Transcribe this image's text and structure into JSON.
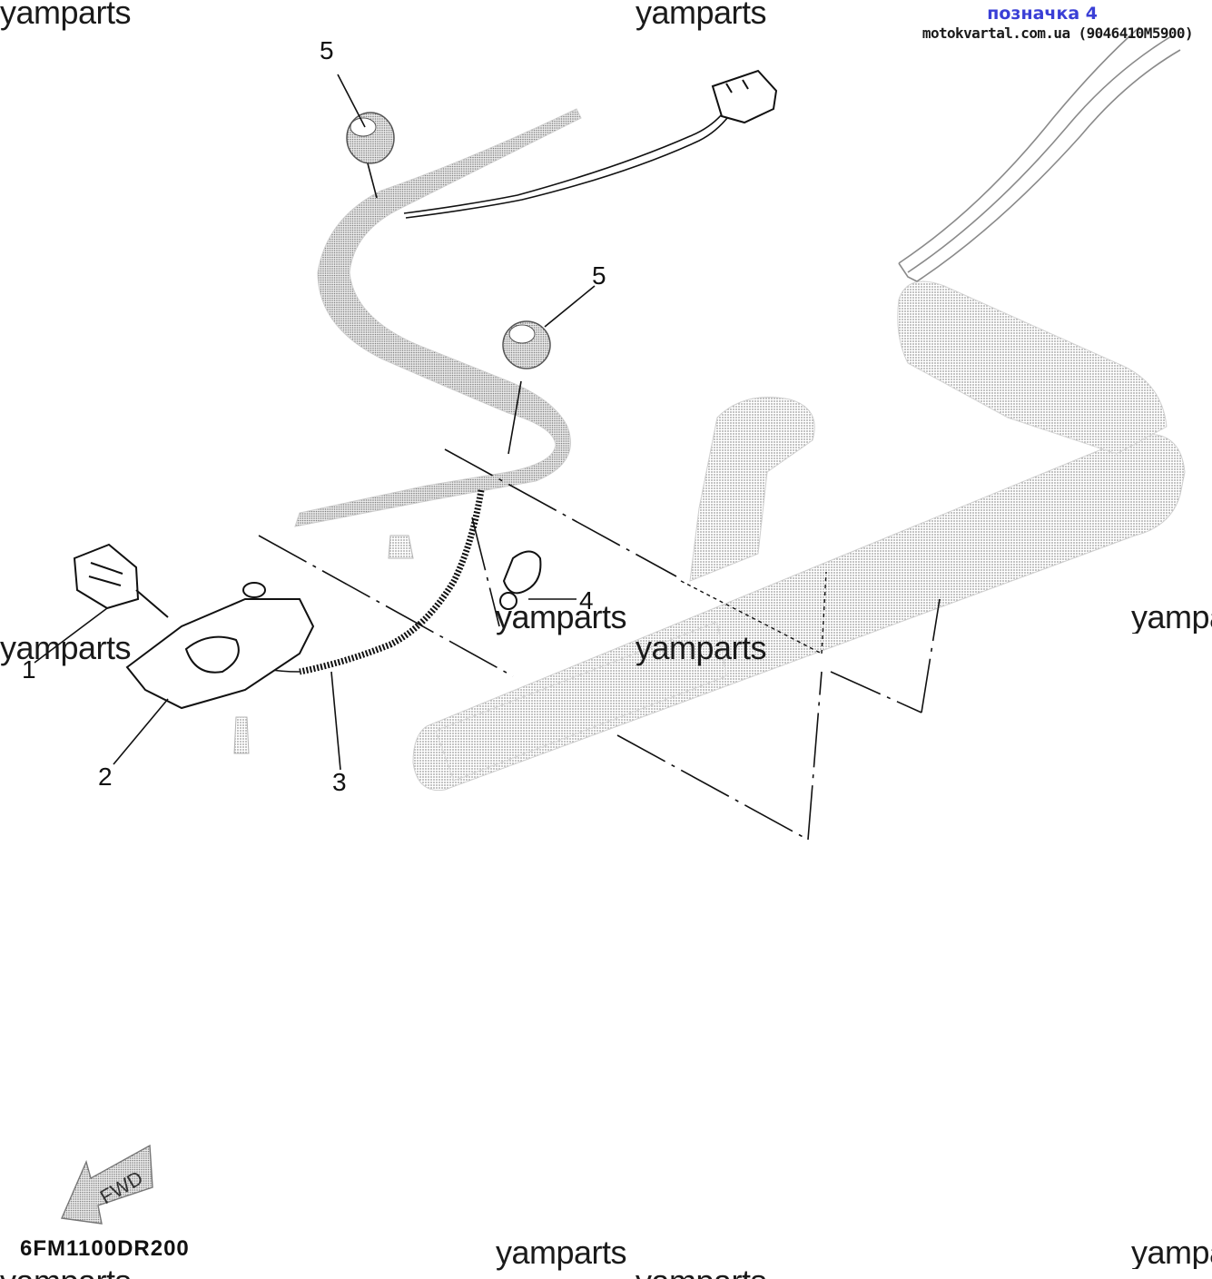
{
  "watermarks": [
    "yamparts",
    "yamparts",
    "yamparts",
    "yamparts",
    "yamparts",
    "yamparts",
    "yamparts",
    "yamparts",
    "yamparts",
    "yamparts"
  ],
  "badge": {
    "title": "позначка 4",
    "subtitle": "motokvartal.com.ua (9046410M5900)"
  },
  "callouts": [
    "1",
    "2",
    "3",
    "4",
    "5",
    "5"
  ],
  "arrow_label": "FWD",
  "diagram_code": "6FM1100DR200",
  "colors": {
    "hatch": "#a8a8a8",
    "ink": "#111111",
    "badge": "#3a3fd6"
  }
}
